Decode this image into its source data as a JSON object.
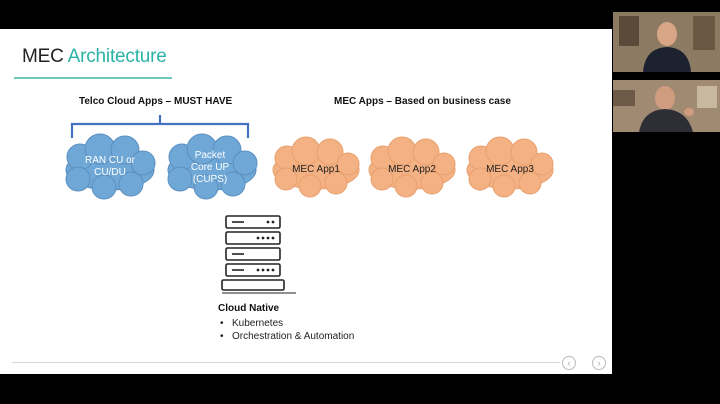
{
  "slide": {
    "title_main": "MEC",
    "title_accent": "Architecture",
    "telco_label": "Telco Cloud Apps – MUST HAVE",
    "mec_label": "MEC Apps – Based on business case",
    "blue_clouds": [
      "RAN CU or\nCU/DU",
      "Packet\nCore UP\n(CUPS)"
    ],
    "orange_clouds": [
      "MEC App1",
      "MEC App2",
      "MEC App3"
    ],
    "cloud_native": {
      "title": "Cloud Native",
      "items": [
        "Kubernetes",
        "Orchestration & Automation"
      ]
    },
    "nav": {
      "prev_icon": "chevron-left-icon",
      "next_icon": "chevron-right-icon"
    }
  },
  "colors": {
    "accent": "#2bb3a5",
    "blue_cloud": "#6fa8d6",
    "orange_cloud": "#f4b183"
  },
  "participants": [
    {
      "name": "participant-1",
      "icon": "person-video"
    },
    {
      "name": "participant-2",
      "icon": "person-video"
    }
  ]
}
